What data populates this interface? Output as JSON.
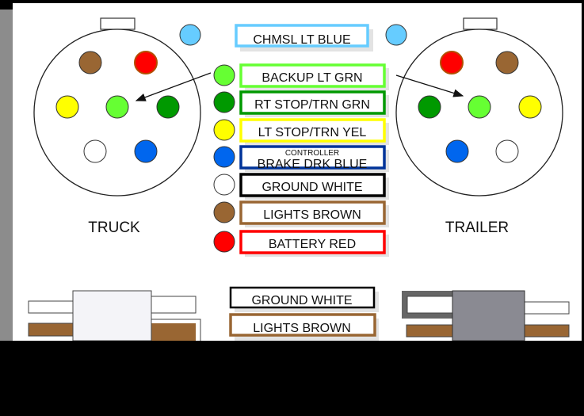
{
  "labels": {
    "truck": "TRUCK",
    "trailer": "TRAILER",
    "controller": "CONTROLLER"
  },
  "legend": [
    {
      "label": "CHMSL LT BLUE",
      "color": "#66ccff",
      "border": "#66ccff"
    },
    {
      "label": "BACKUP LT GRN",
      "color": "#66ff33",
      "border": "#66ff33"
    },
    {
      "label": "RT STOP/TRN GRN",
      "color": "#009900",
      "border": "#009900"
    },
    {
      "label": "LT STOP/TRN YEL",
      "color": "#ffff00",
      "border": "#ffff00"
    },
    {
      "label": "BRAKE DRK BLUE",
      "color": "#0066ee",
      "border": "#003399"
    },
    {
      "label": "GROUND WHITE",
      "color": "#ffffff",
      "border": "#000000"
    },
    {
      "label": "LIGHTS BROWN",
      "color": "#996633",
      "border": "#996633"
    },
    {
      "label": "BATTERY RED",
      "color": "#ff0000",
      "border": "#ff0000"
    }
  ],
  "bottom_legend": [
    {
      "label": "GROUND WHITE",
      "border": "#000000"
    },
    {
      "label": "LIGHTS BROWN",
      "border": "#996633"
    }
  ],
  "colors": {
    "brown": "#996633",
    "grey_plug": "#8a8a92"
  }
}
